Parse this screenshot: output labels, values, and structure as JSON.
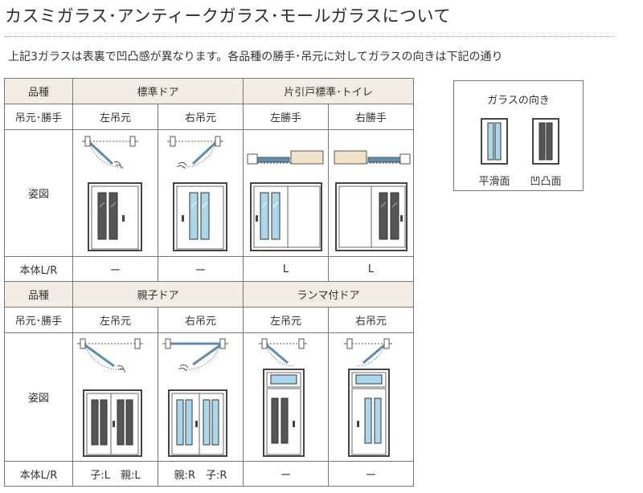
{
  "title": "カスミガラス･アンティークガラス･モールガラスについて",
  "intro": "上記3ガラスは表裏で凹凸感が異なります。各品種の勝手･吊元に対してガラスの向きは下記の通り",
  "legend": {
    "title": "ガラスの向き",
    "smooth_label": "平滑面",
    "textured_label": "凹凸面",
    "smooth_color": "#a8d8ea",
    "textured_color": "#555555"
  },
  "table": {
    "label_type": "品種",
    "label_hinge": "吊元･勝手",
    "label_figure": "姿図",
    "label_body": "本体L/R",
    "group1": {
      "type_a": "標準ドア",
      "type_b": "片引戸標準･トイレ",
      "hinges": [
        "左吊元",
        "右吊元",
        "左勝手",
        "右勝手"
      ],
      "body": [
        "ー",
        "ー",
        "L",
        "L"
      ]
    },
    "group2": {
      "type_a": "親子ドア",
      "type_b": "ランマ付ドア",
      "hinges": [
        "左吊元",
        "右吊元",
        "左吊元",
        "右吊元"
      ],
      "body": [
        "子:L　親:L",
        "親:R　子:R",
        "ー",
        "ー"
      ]
    }
  }
}
